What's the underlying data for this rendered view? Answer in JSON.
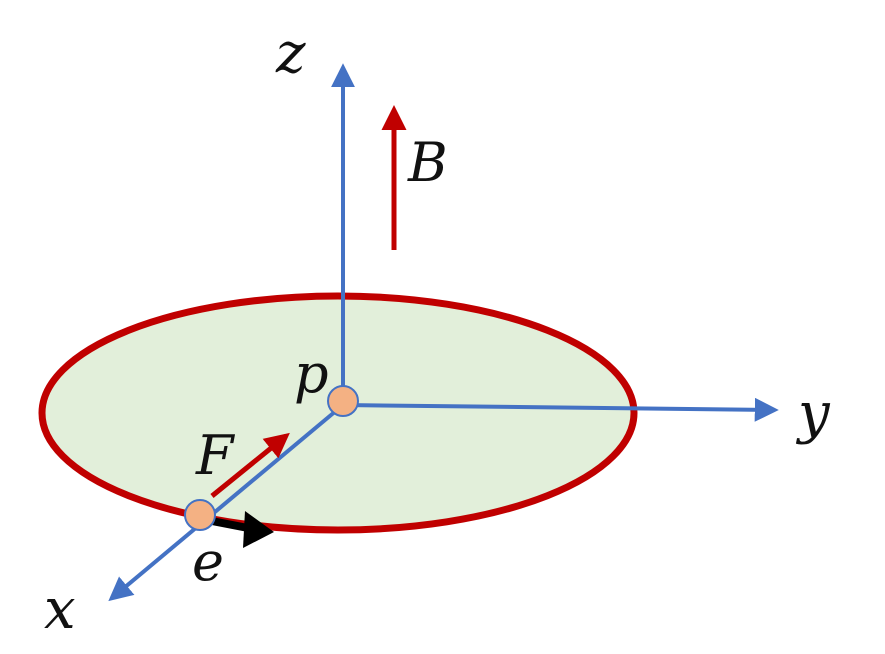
{
  "labels": {
    "z_axis": "z",
    "y_axis": "y",
    "x_axis": "x",
    "magnetic_field": "B",
    "proton": "p",
    "force": "F",
    "electron": "e"
  },
  "colors": {
    "axis": "#4472C4",
    "field_and_force": "#C00000",
    "orbit_stroke": "#C00000",
    "orbit_fill": "#E2EFDA",
    "particle": "#F4B183",
    "velocity": "#000000",
    "text": "#111111"
  }
}
